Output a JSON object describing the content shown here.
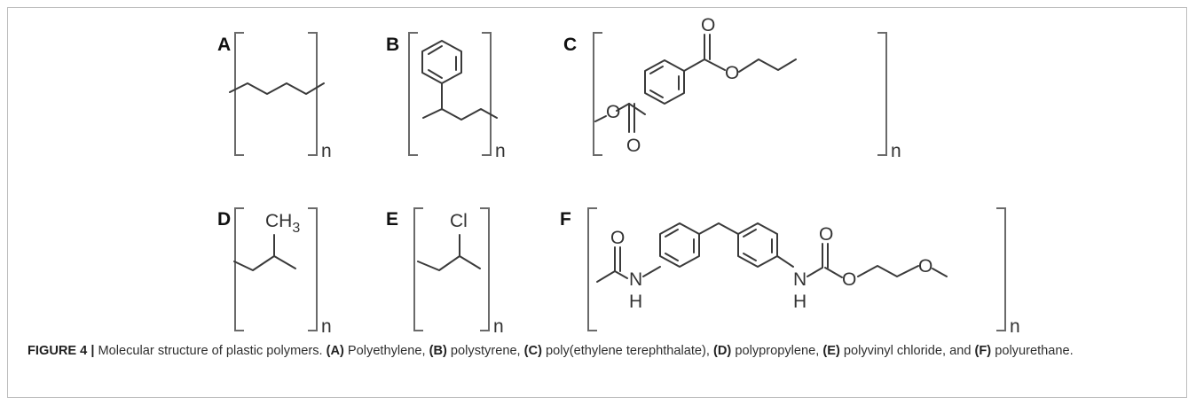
{
  "figure": {
    "panels": [
      {
        "letter": "A"
      },
      {
        "letter": "B"
      },
      {
        "letter": "C",
        "atoms": [
          "O",
          "O",
          "O",
          "O"
        ]
      },
      {
        "letter": "D",
        "substituent": "CH",
        "subscript": "3"
      },
      {
        "letter": "E",
        "substituent": "Cl"
      },
      {
        "letter": "F",
        "atoms": [
          "O",
          "O",
          "O",
          "O"
        ],
        "nh_N": "N",
        "nh_H": "H"
      }
    ],
    "repeat_label": "n"
  },
  "caption": {
    "figure_number": "FIGURE 4 |",
    "intro": " Molecular structure of plastic polymers. ",
    "items": [
      {
        "label": "(A)",
        "text": " Polyethylene, "
      },
      {
        "label": "(B)",
        "text": " polystyrene, "
      },
      {
        "label": "(C)",
        "text": " poly(ethylene terephthalate), "
      },
      {
        "label": "(D)",
        "text": " polypropylene, "
      },
      {
        "label": "(E)",
        "text": " polyvinyl chloride, and "
      },
      {
        "label": "(F)",
        "text": " polyurethane."
      }
    ]
  }
}
